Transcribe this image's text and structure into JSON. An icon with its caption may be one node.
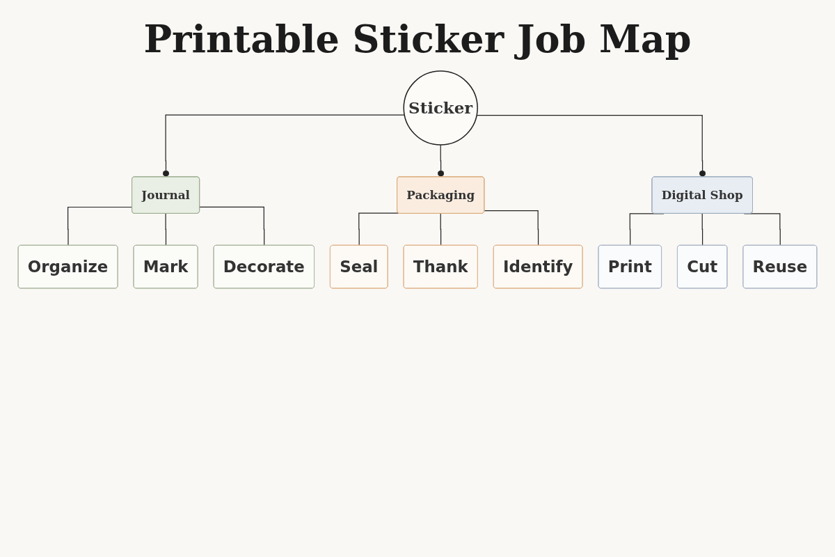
{
  "diagram": {
    "title": "Printable Sticker Job Map",
    "nodes": [
      {
        "text": [
          "Sticker"
        ]
      },
      {
        "text": [
          "Journal"
        ]
      },
      {
        "text": [
          "Packaging"
        ]
      },
      {
        "text": [
          "Digital Shop"
        ]
      },
      {
        "text": [
          "Organize"
        ]
      },
      {
        "text": [
          "Mark"
        ]
      },
      {
        "text": [
          "Decorate"
        ]
      },
      {
        "text": [
          "Seal"
        ]
      },
      {
        "text": [
          "Thank"
        ]
      },
      {
        "text": [
          "Identify"
        ]
      },
      {
        "text": [
          "Print"
        ]
      },
      {
        "text": [
          "Cut"
        ]
      },
      {
        "text": [
          "Reuse"
        ]
      }
    ],
    "edges": [
      {
        "from": 0,
        "to": 1,
        "arrow": "other"
      },
      {
        "from": 0,
        "to": 2,
        "arrow": "other"
      },
      {
        "from": 0,
        "to": 3,
        "arrow": "other"
      },
      {
        "from": 1,
        "to": 4,
        "arrow": "none"
      },
      {
        "from": 1,
        "to": 5,
        "arrow": "none"
      },
      {
        "from": 1,
        "to": 6,
        "arrow": "none"
      },
      {
        "from": 2,
        "to": 7,
        "arrow": "none"
      },
      {
        "from": 2,
        "to": 8,
        "arrow": "none"
      },
      {
        "from": 2,
        "to": 9,
        "arrow": "none"
      },
      {
        "from": 3,
        "to": 10,
        "arrow": "none"
      },
      {
        "from": 3,
        "to": 11,
        "arrow": "none"
      },
      {
        "from": 3,
        "to": 12,
        "arrow": "none"
      }
    ]
  }
}
